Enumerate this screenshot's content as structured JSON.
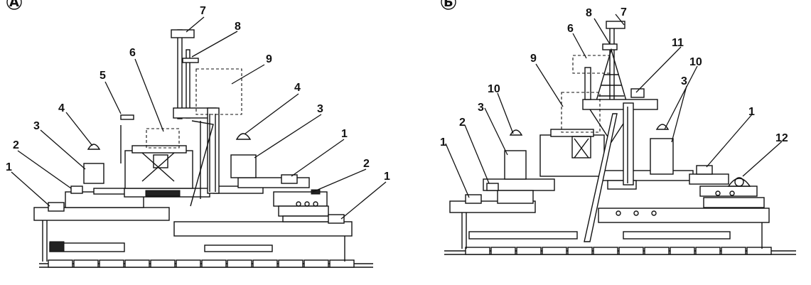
{
  "panels": [
    {
      "id": "a",
      "label": "А",
      "callouts": [
        "7",
        "8",
        "6",
        "9",
        "5",
        "4",
        "3",
        "4",
        "3",
        "2",
        "1",
        "1",
        "2",
        "1"
      ]
    },
    {
      "id": "b",
      "label": "Б",
      "callouts": [
        "8",
        "7",
        "6",
        "11",
        "9",
        "10",
        "10",
        "3",
        "3",
        "2",
        "1",
        "1",
        "12"
      ]
    }
  ]
}
